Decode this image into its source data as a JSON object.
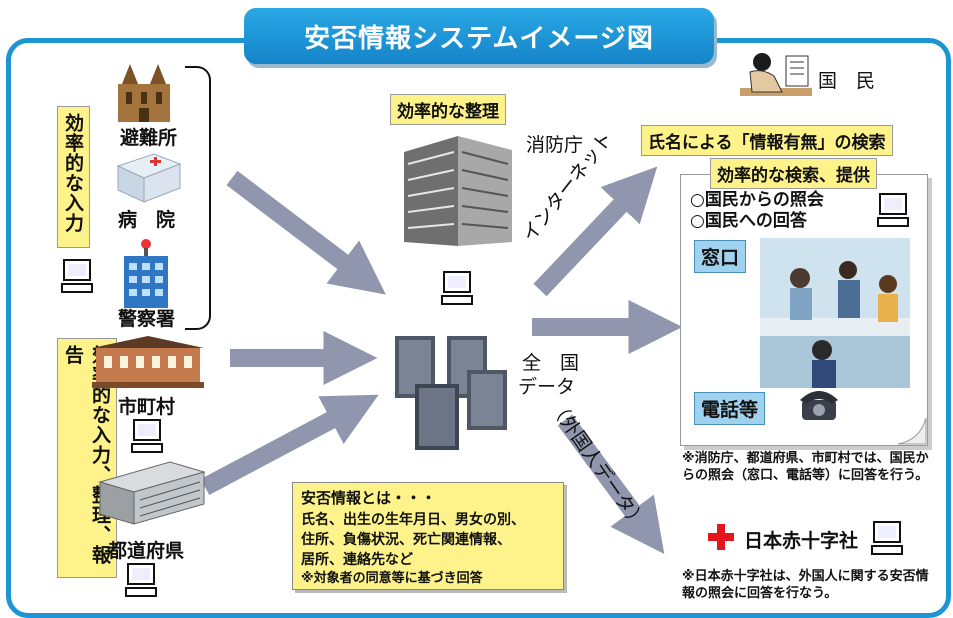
{
  "title": "安否情報システムイメージ図",
  "left_input_label": "効率的な入力",
  "left_report_label": "効率的な入力、整理、報告",
  "sources": {
    "shelter": "避難所",
    "hospital": "病　院",
    "police": "警察署",
    "municipality": "市町村",
    "prefecture": "都道府県"
  },
  "center": {
    "organize_label": "効率的な整理",
    "fire_agency": "消防庁",
    "national_data_line1": "全　国",
    "national_data_line2": "データ",
    "internet": "インターネット",
    "foreigner_data": "（外国人データ）"
  },
  "citizen": "国　民",
  "search_by_name": "氏名による「情報有無」の検索",
  "efficient_search": "効率的な検索、提供",
  "inquiry_items": [
    "○国民からの照会",
    "○国民への回答"
  ],
  "window_label": "窓口",
  "phone_label": "電話等",
  "right_note": "※消防庁、都道府県、市町村では、国民からの照会（窓口、電話等）に回答を行う。",
  "red_cross": "日本赤十字社",
  "red_cross_note": "※日本赤十字社は、外国人に関する安否情報の照会に回答を行なう。",
  "definition": {
    "heading": "安否情報とは・・・",
    "lines": [
      "氏名、出生の生年月日、男女の別、",
      "住所、負傷状況、死亡関連情報、",
      "居所、連絡先など"
    ],
    "footnote": "※対象者の同意等に基づき回答"
  },
  "colors": {
    "frame": "#1d95d4",
    "note": "#fdf38a",
    "arrow": "#8f96ad",
    "tag": "#9fd2ee",
    "cross": "#e3161d"
  }
}
